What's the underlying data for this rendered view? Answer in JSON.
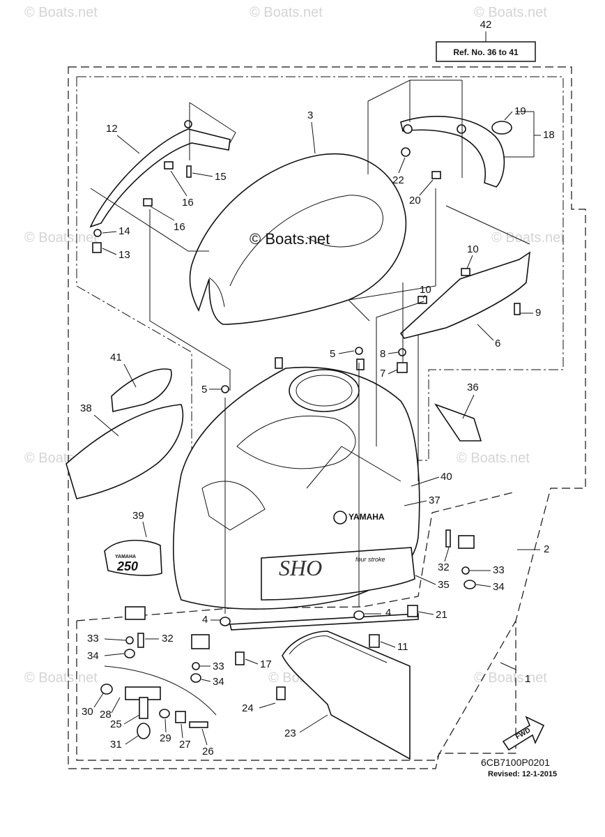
{
  "watermark": {
    "text": "© Boats.net",
    "center_text": "© Boats.net"
  },
  "ref_box": {
    "number": "42",
    "text": "Ref. No. 36 to 41"
  },
  "callouts": [
    "1",
    "2",
    "3",
    "4",
    "5",
    "6",
    "7",
    "8",
    "9",
    "10",
    "11",
    "12",
    "13",
    "14",
    "15",
    "16",
    "17",
    "18",
    "19",
    "20",
    "21",
    "22",
    "23",
    "24",
    "25",
    "26",
    "27",
    "28",
    "29",
    "30",
    "31",
    "32",
    "33",
    "34",
    "35",
    "36",
    "37",
    "38",
    "39",
    "40",
    "41"
  ],
  "decal_text": {
    "brand": "YAMAHA",
    "model": "250",
    "sho": "SHO",
    "four_stroke": "four stroke"
  },
  "fwd_label": "FWD",
  "footer": {
    "code": "6CB7100P0201",
    "revised": "Revised: 12-1-2015"
  }
}
